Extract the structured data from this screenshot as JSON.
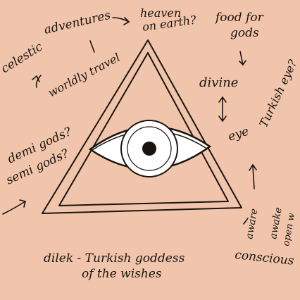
{
  "colors": {
    "background": "#f1c5ab",
    "ink": "#1a1410",
    "eye_white": "#ffffff"
  },
  "notes": {
    "celestic": "celestic",
    "adventures": "adventures",
    "heaven_line1": "heaven",
    "heaven_line2": "on earth?",
    "food_line1": "food for",
    "food_line2": "gods",
    "worldly_travel": "worldly travel",
    "divine": "divine",
    "turkish_eye": "Turkish eye?",
    "eye": "eye",
    "demi_gods": "demi gods?",
    "semi_gods": "semi gods?",
    "aware": "aware",
    "awake": "awake",
    "open": "open w",
    "dilek_line1": "dilek - Turkish goddess",
    "dilek_line2": "of the wishes",
    "conscious": "conscious"
  },
  "icons": [
    "triangle-icon",
    "eye-icon",
    "arrow-icon"
  ]
}
